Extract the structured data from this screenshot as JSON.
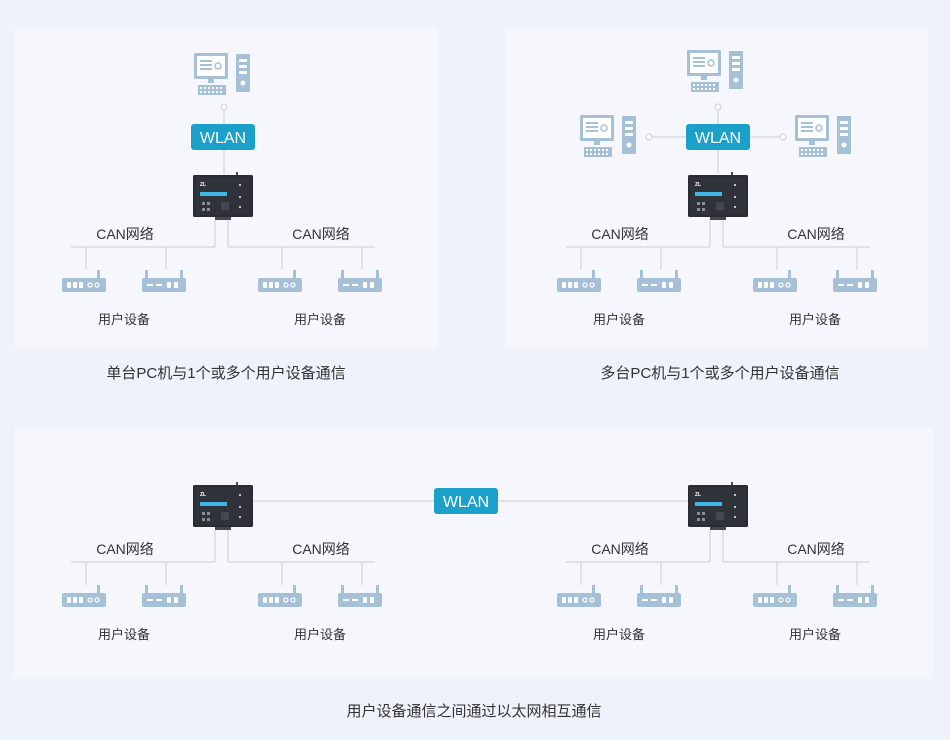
{
  "panels": [
    {
      "caption": "单台PC机与1个或多个用户设备通信",
      "wlan_label": "WLAN",
      "can_labels": [
        "CAN网络",
        "CAN网络"
      ],
      "device_labels": [
        "用户设备",
        "用户设备"
      ]
    },
    {
      "caption": "多台PC机与1个或多个用户设备通信",
      "wlan_label": "WLAN",
      "can_labels": [
        "CAN网络",
        "CAN网络"
      ],
      "device_labels": [
        "用户设备",
        "用户设备"
      ]
    },
    {
      "caption": "用户设备通信之间通过以太网相互通信",
      "wlan_label": "WLAN",
      "can_labels": [
        "CAN网络",
        "CAN网络",
        "CAN网络",
        "CAN网络"
      ],
      "device_labels": [
        "用户设备",
        "用户设备",
        "用户设备",
        "用户设备"
      ]
    }
  ],
  "colors": {
    "page_bg": "#eef2fa",
    "panel_bg": "#f5f7fc",
    "wlan_badge": "#1aa0c9",
    "line": "#c6ccd6",
    "icon": "#a6c0d8",
    "gateway": "#2a2c31"
  },
  "icons": [
    "pc-icon",
    "gateway-icon",
    "can-device-icon"
  ]
}
